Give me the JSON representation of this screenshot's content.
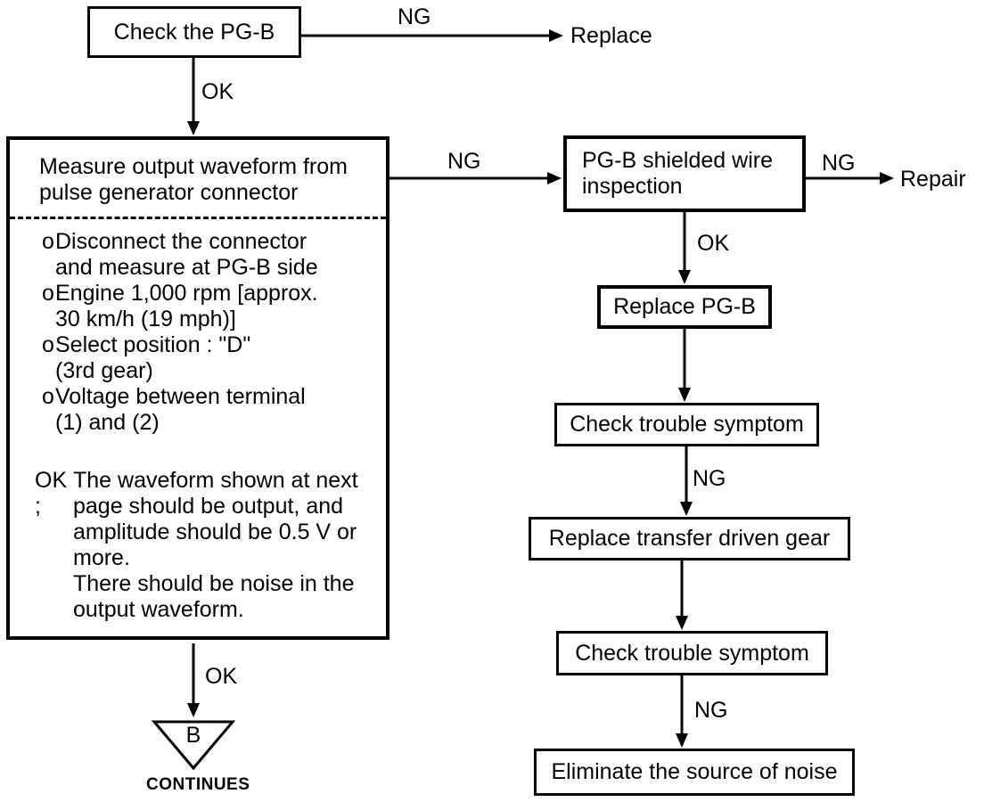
{
  "edge_labels": {
    "ng": "NG",
    "ok": "OK"
  },
  "nodes": {
    "check_pgb": {
      "label": "Check the PG-B"
    },
    "measure": {
      "title": "Measure output waveform from\npulse generator connector",
      "bullets": [
        {
          "marker": "o",
          "text": "Disconnect the connector\nand measure at PG-B side"
        },
        {
          "marker": "o",
          "text": "Engine 1,000 rpm [approx.\n30 km/h (19 mph)]"
        },
        {
          "marker": "o",
          "text": "Select position : \"D\"\n(3rd gear)"
        },
        {
          "marker": "o",
          "text": "Voltage between terminal\n(1) and (2)"
        }
      ],
      "note_prefix": "OK ;",
      "note_text": "The waveform shown at next\npage should be output, and\namplitude should be 0.5 V or\nmore.\nThere should be noise in the\noutput waveform."
    },
    "shielded": {
      "label": "PG-B shielded wire\ninspection"
    },
    "replace_pgb": {
      "label": "Replace PG-B"
    },
    "symptom1": {
      "label": "Check trouble symptom"
    },
    "transfer": {
      "label": "Replace transfer driven gear"
    },
    "symptom2": {
      "label": "Check trouble symptom"
    },
    "eliminate": {
      "label": "Eliminate the source of noise"
    }
  },
  "terminals": {
    "replace": "Replace",
    "repair": "Repair"
  },
  "connector_b": {
    "letter": "B",
    "caption": "CONTINUES"
  }
}
